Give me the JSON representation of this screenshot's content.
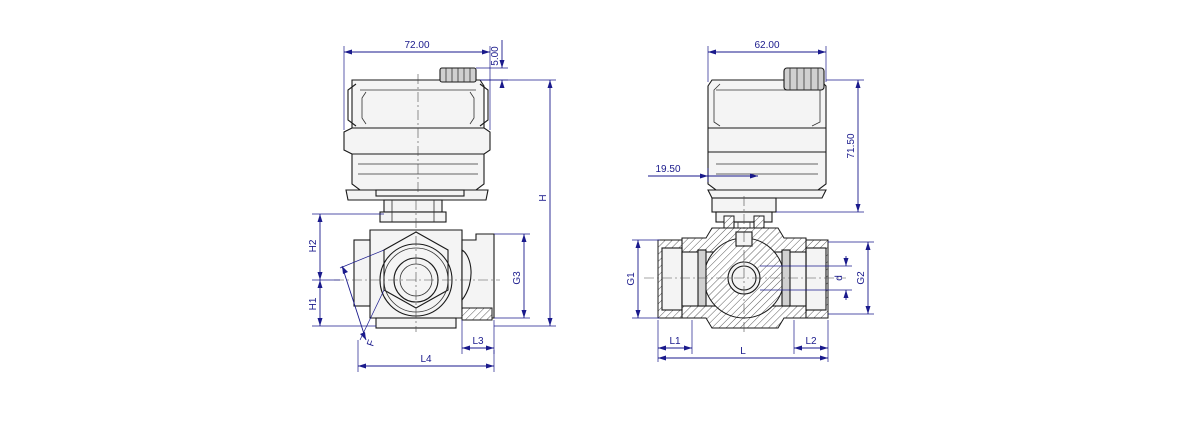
{
  "colors": {
    "dimension": "#1a1a8c",
    "outline": "#1a1a1a",
    "hatch": "#333333"
  },
  "front_view": {
    "width_dim": "72.00",
    "offset_dim": "5.00",
    "overall_height_label": "H",
    "upper_height_label": "H2",
    "lower_height_label": "H1",
    "port_thread_label": "G3",
    "port_length_label": "L3",
    "overall_length_label": "L4",
    "hex_flats_label": "F"
  },
  "section_view": {
    "width_dim": "62.00",
    "height_dim": "71.50",
    "stem_offset_dim": "19.50",
    "left_thread_label": "G1",
    "right_thread_label": "G2",
    "bore_label": "d",
    "left_port_length_label": "L1",
    "right_port_length_label": "L2",
    "overall_length_label": "L"
  }
}
